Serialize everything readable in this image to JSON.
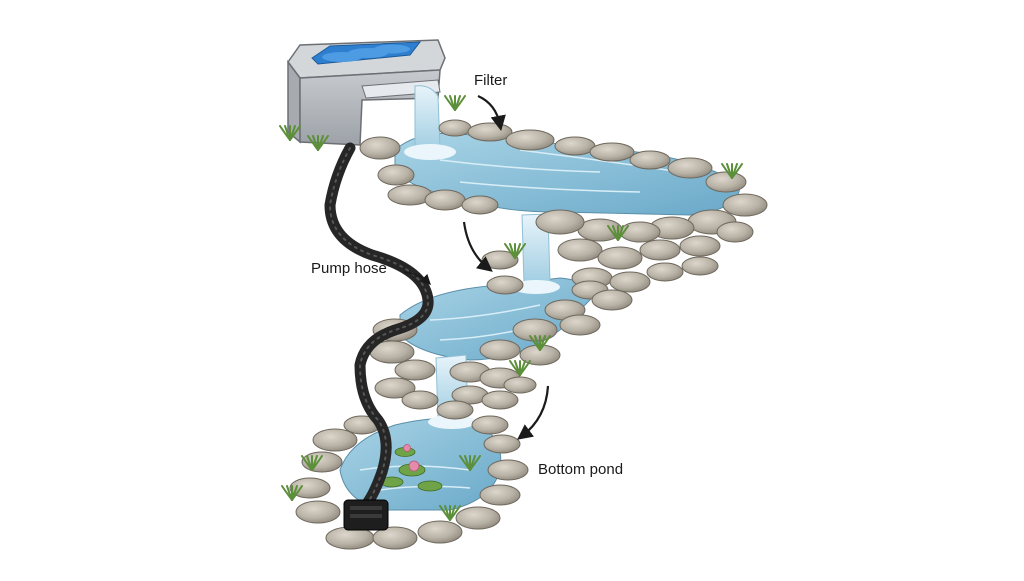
{
  "labels": {
    "filter": "Filter",
    "pump_hose": "Pump hose",
    "bottom_pond": "Bottom pond"
  },
  "colors": {
    "water": "#8ec3dc",
    "water_deep": "#5b9fc2",
    "stone": "#b9b2a6",
    "filter_box": "#b8bcc1",
    "filter_media": "#2f7fd0",
    "hose": "#262626",
    "pump": "#1e1e1e",
    "plant": "#5c8f3a",
    "lily_pad": "#6fa347",
    "lily_flower": "#e58aa8"
  },
  "icons": [
    "arrow-icon",
    "water-lily-icon",
    "plant-icon"
  ]
}
